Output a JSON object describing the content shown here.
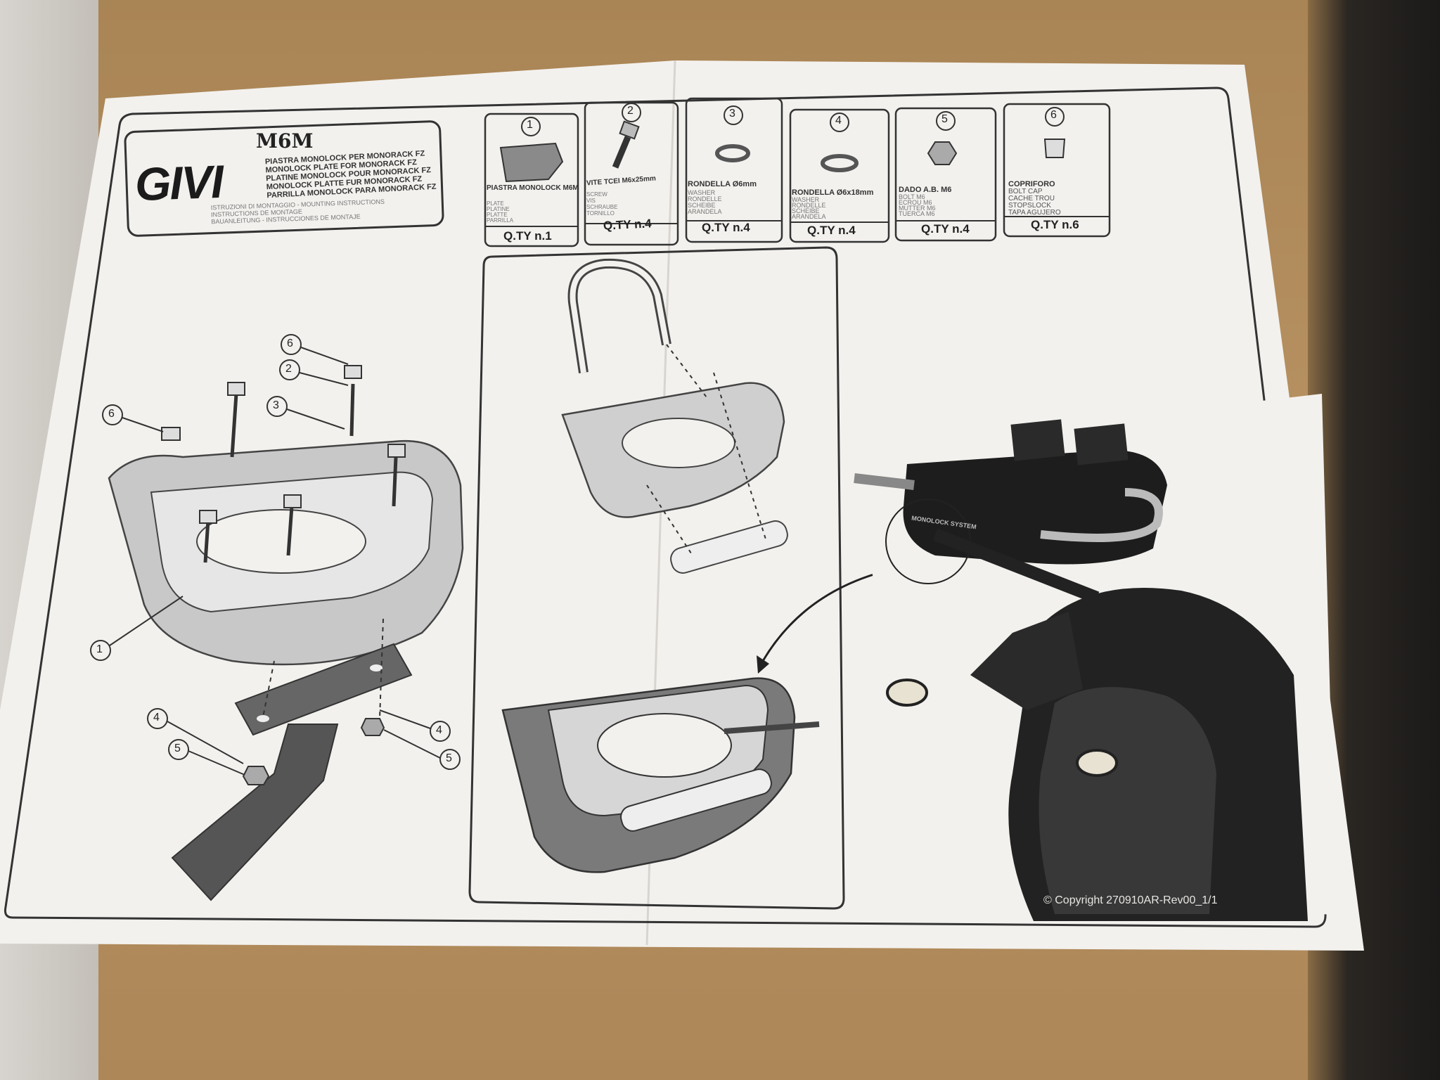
{
  "header": {
    "logo_text": "GIVI",
    "model": "M6M",
    "description_lines": [
      "PIASTRA MONOLOCK PER MONORACK FZ",
      "MONOLOCK PLATE FOR MONORACK FZ",
      "PLATINE MONOLOCK POUR MONORACK FZ",
      "MONOLOCK PLATTE FUR MONORACK FZ",
      "PARRILLA MONOLOCK PARA MONORACK FZ"
    ],
    "instructions_lines": [
      "ISTRUZIONI DI MONTAGGIO - MOUNTING INSTRUCTIONS",
      "INSTRUCTIONS DE MONTAGE",
      "BAUANLEITUNG - INSTRUCCIONES DE MONTAJE"
    ]
  },
  "parts": [
    {
      "number": "1",
      "name": "PIASTRA MONOLOCK M6M",
      "sub": [
        "PLATE",
        "PLATINE",
        "PLATTE",
        "PARRILLA"
      ],
      "qty": "Q.TY n.1"
    },
    {
      "number": "2",
      "name": "VITE TCEI M6x25mm",
      "sub": [
        "SCREW",
        "VIS",
        "SCHRAUBE",
        "TORNILLO"
      ],
      "qty": "Q.TY n.4"
    },
    {
      "number": "3",
      "name": "RONDELLA Ø6mm",
      "sub": [
        "WASHER",
        "RONDELLE",
        "SCHEIBE",
        "ARANDELA"
      ],
      "qty": "Q.TY n.4"
    },
    {
      "number": "4",
      "name": "RONDELLA Ø6x18mm",
      "sub": [
        "WASHER",
        "RONDELLE",
        "SCHEIBE",
        "ARANDELA"
      ],
      "qty": "Q.TY n.4"
    },
    {
      "number": "5",
      "name": "DADO A.B. M6",
      "sub": [
        "BOLT M6",
        "ECROU M6",
        "MUTTER M6",
        "TUERCA M6"
      ],
      "qty": "Q.TY n.4"
    },
    {
      "number": "6",
      "name": "COPRIFORO",
      "sub": [
        "BOLT CAP",
        "CACHE TROU",
        "STOPSLOCK",
        "TAPA AGUJERO"
      ],
      "qty": "Q.TY n.6"
    }
  ],
  "callouts": [
    "6",
    "2",
    "3",
    "6",
    "1",
    "4",
    "5",
    "4",
    "5"
  ],
  "photo_label": "MONOLOCK SYSTEM",
  "copyright": "© Copyright 270910AR-Rev00_1/1"
}
